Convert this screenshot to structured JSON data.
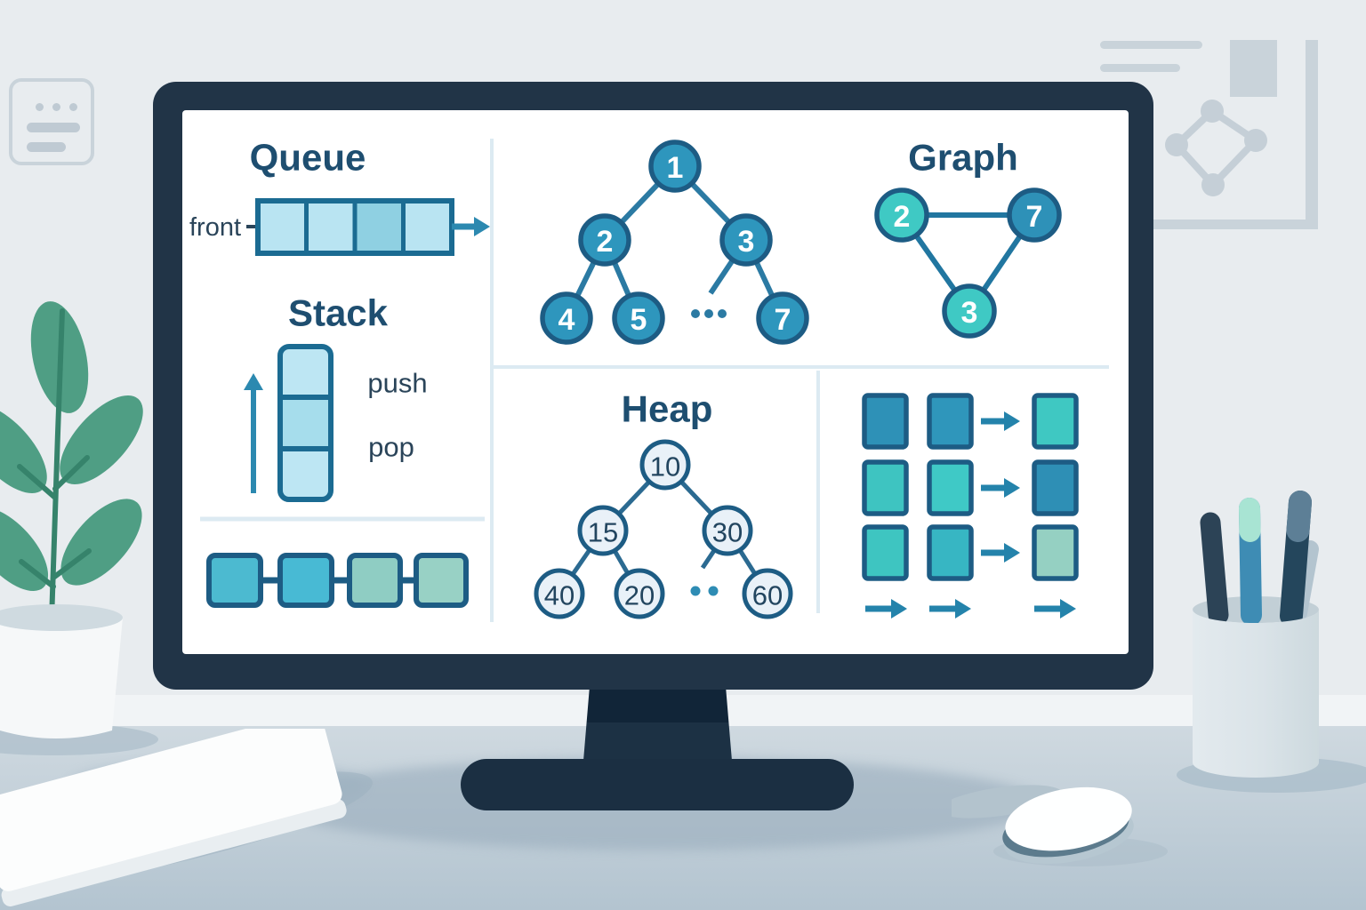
{
  "screen": {
    "queue": {
      "title": "Queue",
      "front_label": "front",
      "cell_count": 4,
      "highlighted_cell": 3
    },
    "stack": {
      "title": "Stack",
      "push_label": "push",
      "pop_label": "pop",
      "cell_count": 3
    },
    "linked_list": {
      "cell_count": 4
    },
    "tree": {
      "node_labels": [
        "1",
        "2",
        "3",
        "4",
        "5",
        "7"
      ],
      "ellipsis": "..."
    },
    "graph": {
      "title": "Graph",
      "node_labels": [
        "2",
        "7",
        "3"
      ]
    },
    "heap": {
      "title": "Heap",
      "node_labels": [
        "10",
        "15",
        "30",
        "40",
        "20",
        "60"
      ],
      "ellipsis": ".."
    },
    "transform_grid": {
      "rows": 3,
      "columns": 3,
      "arrow_count": 6
    }
  },
  "colors": {
    "title_text": "#1e4e70",
    "label_text": "#2a4459",
    "node_border": "#1d5c84",
    "edge": "#2b7aa3",
    "arrow": "#2c89b0",
    "tree_node_fill": "#2e96bd",
    "teal_node_fill": "#3fc9c4",
    "blue_node_fill": "#2e91b8",
    "heap_node_fill": "#e9f1f8",
    "queue_cell": "#b9e4f2",
    "queue_cell_dark": "#8fd0e2",
    "pale_green": "#95d0c2",
    "divider": "#dceaf2",
    "bezel": "#213447",
    "wall": "#e8ecef",
    "desk": "#bccbd6",
    "leaf_green": "#4f9e84"
  }
}
